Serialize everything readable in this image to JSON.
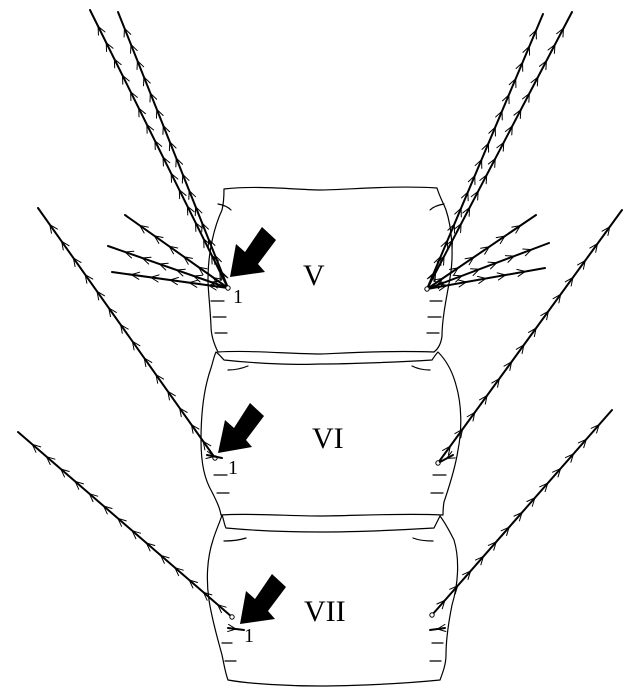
{
  "segments": [
    {
      "id": "V",
      "label": "V",
      "seta_number": "1"
    },
    {
      "id": "VI",
      "label": "VI",
      "seta_number": "1"
    },
    {
      "id": "VII",
      "label": "VII",
      "seta_number": "1"
    }
  ],
  "colors": {
    "ink": "#000000",
    "background": "#ffffff"
  },
  "marker_icon": "arrow-icon"
}
